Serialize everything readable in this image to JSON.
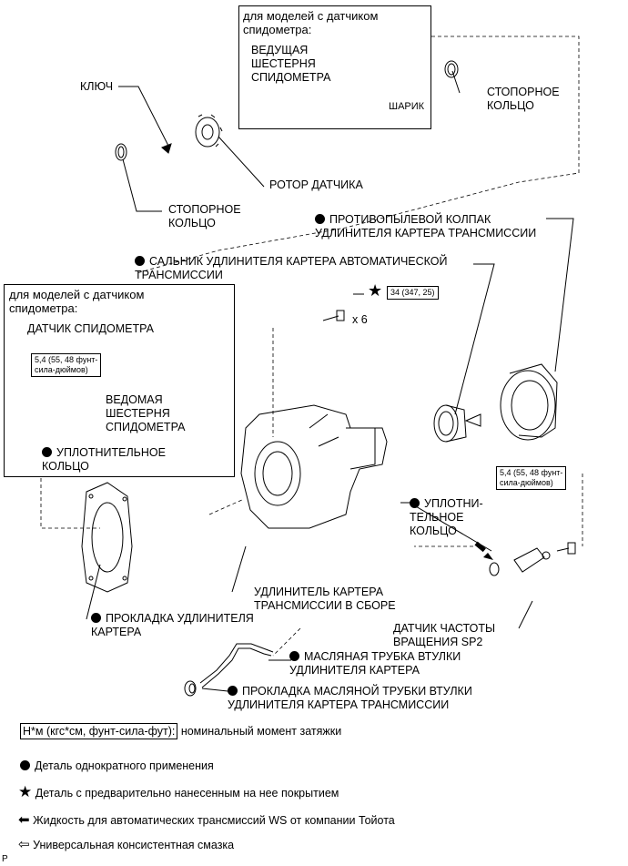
{
  "top_box": {
    "title": "для моделей с датчиком\nспидометра:",
    "drive_gear": "ВЕДУЩАЯ\nШЕСТЕРНЯ\nСПИДОМЕТРА",
    "ball": "ШАРИК"
  },
  "labels": {
    "key": "КЛЮЧ",
    "snap_ring_right": "СТОПОРНОЕ\nКОЛЬЦО",
    "sensor_rotor": "РОТОР ДАТЧИКА",
    "snap_ring_left": "СТОПОРНОЕ\nКОЛЬЦО",
    "dust_cover": "ПРОТИВОПЫЛЕВОЙ КОЛПАК\nУДЛИНИТЕЛЯ КАРТЕРА ТРАНСМИССИИ",
    "oil_seal": "САЛЬНИК УДЛИНИТЕЛЯ КАРТЕРА АВТОМАТИЧЕСКОЙ\nТРАНСМИССИИ",
    "bolts_count": "x 6",
    "o_ring_right": "УПЛОТНИ-\nТЕЛЬНОЕ\nКОЛЬЦО",
    "extension_assy": "УДЛИНИТЕЛЬ КАРТЕРА\nТРАНСМИССИИ В СБОРЕ",
    "gasket": "ПРОКЛАДКА УДЛИНИТЕЛЯ\nКАРТЕРА",
    "sp2_sensor": "ДАТЧИК ЧАСТОТЫ\nВРАЩЕНИЯ SP2",
    "oil_pipe": "МАСЛЯНАЯ ТРУБКА ВТУЛКИ\nУДЛИНИТЕЛЯ КАРТЕРА",
    "oil_pipe_gasket": "ПРОКЛАДКА МАСЛЯНОЙ ТРУБКИ ВТУЛКИ\nУДЛИНИТЕЛЯ КАРТЕРА ТРАНСМИССИИ"
  },
  "left_box": {
    "title": "для моделей с датчиком\nспидометра:",
    "speed_sensor": "ДАТЧИК СПИДОМЕТРА",
    "driven_gear": "ВЕДОМАЯ\nШЕСТЕРНЯ\nСПИДОМЕТРА",
    "o_ring": "УПЛОТНИТЕЛЬНОЕ\nКОЛЬЦО"
  },
  "torques": {
    "bolts": "34 (347, 25)",
    "speed_sensor_bolt": "5,4 (55, 48 фунт-\nсила-дюймов)",
    "sp2_bolt": "5,4 (55, 48 фунт-\nсила-дюймов)"
  },
  "legend": {
    "torque_units": "Н*м (кгс*см, фунт-сила-фут):",
    "torque_desc": " номинальный момент затяжки",
    "single_use": "Деталь однократного применения",
    "precoated": "Деталь с предварительно нанесенным на нее покрытием",
    "atf": "Жидкость для автоматических трансмиссий WS от компании Тойота",
    "grease": "Универсальная консистентная смазка"
  },
  "corner_mark": "P"
}
